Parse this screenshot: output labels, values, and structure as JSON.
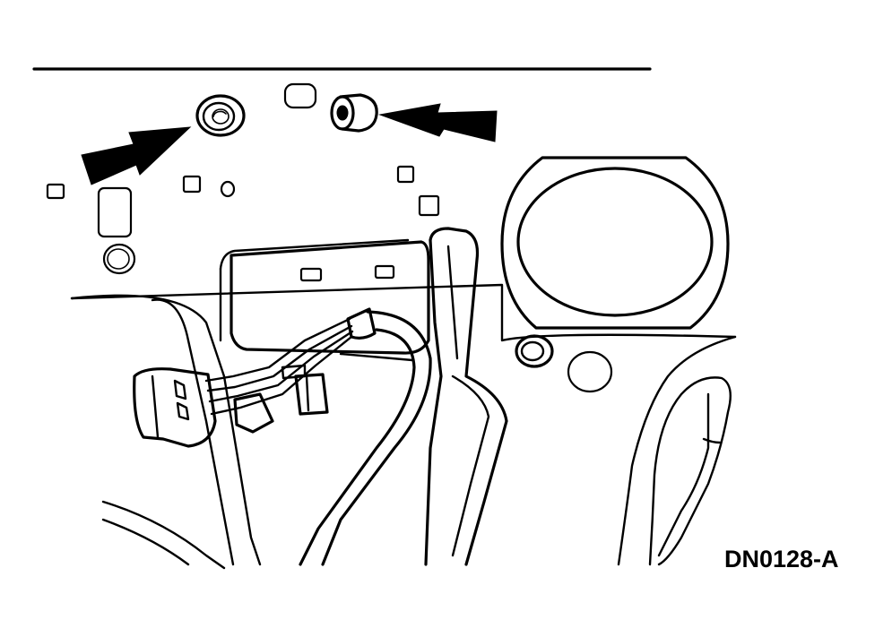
{
  "figure": {
    "label": "DN0128-A"
  },
  "callouts": [
    {
      "name": "left-fastener-arrow",
      "points_to": "left-fastener"
    },
    {
      "name": "right-fastener-arrow",
      "points_to": "right-fastener"
    }
  ],
  "colors": {
    "line": "#000000",
    "background": "#ffffff"
  }
}
